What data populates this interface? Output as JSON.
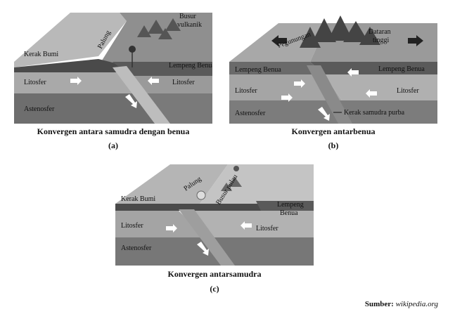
{
  "panel_a": {
    "labels": {
      "crust": "Kerak Bumi",
      "trench": "Palung",
      "arc": "Busur vulkanik",
      "plate": "Lempeng Benua",
      "lithosphere_left": "Litosfer",
      "lithosphere_right": "Litosfer",
      "asthenosphere": "Astenosfer"
    },
    "caption": "Konvergen antara samudra dengan benua",
    "letter": "(a)"
  },
  "panel_b": {
    "labels": {
      "mountains": "Pegunungan",
      "plateau": "Dataran tinggi",
      "plate_left": "Lempeng Benua",
      "plate_right": "Lempeng Benua",
      "lithosphere_left": "Litosfer",
      "lithosphere_right": "Litosfer",
      "asthenosphere": "Astenosfer",
      "old_crust": "Kerak samudra purba"
    },
    "caption": "Konvergen antarbenua",
    "letter": "(b)"
  },
  "panel_c": {
    "labels": {
      "crust": "Kerak Bumi",
      "trench": "Palung",
      "island_arc": "Busur pulau",
      "plate": "Lempeng Benua",
      "lithosphere_left": "Litosfer",
      "lithosphere_right": "Litosfer",
      "asthenosphere": "Astenosfer"
    },
    "caption": "Konvergen antarsamudra",
    "letter": "(c)"
  },
  "source": {
    "label": "Sumber:",
    "value": "wikipedia.org"
  }
}
